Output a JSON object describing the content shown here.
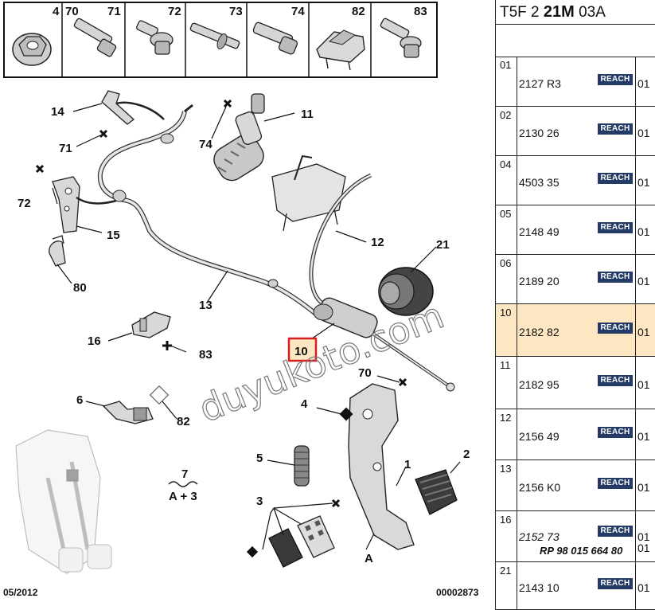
{
  "header_parts": [
    {
      "num": "4",
      "icon": "nut-icon"
    },
    {
      "num": "70",
      "icon": "bolt-icon"
    },
    {
      "num": "71",
      "icon": "bolt-icon"
    },
    {
      "num": "72",
      "icon": "flange-bolt-icon"
    },
    {
      "num": "73",
      "icon": "stud-icon"
    },
    {
      "num": "74",
      "icon": "screw-icon"
    },
    {
      "num": "82",
      "icon": "clip-icon"
    },
    {
      "num": "83",
      "icon": "flange-bolt-icon"
    }
  ],
  "callouts": {
    "c14": "14",
    "c71": "71",
    "c72": "72",
    "c15": "15",
    "c80": "80",
    "c11": "11",
    "c74": "74",
    "c12": "12",
    "c21": "21",
    "c13": "13",
    "c16": "16",
    "c83": "83",
    "c10": "10",
    "c70": "70",
    "c6": "6",
    "c82": "82",
    "c4": "4",
    "c5": "5",
    "c1": "1",
    "c2": "2",
    "c3": "3",
    "c7": "7",
    "cA": "A",
    "cA3": "A + 3"
  },
  "watermark": "duyukoto.com",
  "footer": {
    "date": "05/2012",
    "ref": "00002873"
  },
  "panel": {
    "title_pre": "T5F 2 ",
    "title_bold": "21M",
    "title_post": " 03A",
    "reach_label": "REACH",
    "rows": [
      {
        "ref": "01",
        "code": "2127 R3",
        "qty": "01"
      },
      {
        "ref": "02",
        "code": "2130 26",
        "qty": "01"
      },
      {
        "ref": "04",
        "code": "4503 35",
        "qty": "01"
      },
      {
        "ref": "05",
        "code": "2148 49",
        "qty": "01"
      },
      {
        "ref": "06",
        "code": "2189 20",
        "qty": "01"
      },
      {
        "ref": "10",
        "code": "2182 82",
        "qty": "01"
      },
      {
        "ref": "11",
        "code": "2182 95",
        "qty": "01"
      },
      {
        "ref": "12",
        "code": "2156 49",
        "qty": "01"
      },
      {
        "ref": "13",
        "code": "2156 K0",
        "qty": "01"
      },
      {
        "ref": "16",
        "code": "2152 73",
        "qty": "01",
        "extra": "RP 98 015 664 80",
        "extra_qty": "01"
      },
      {
        "ref": "21",
        "code": "2143 10",
        "qty": "01"
      }
    ]
  }
}
